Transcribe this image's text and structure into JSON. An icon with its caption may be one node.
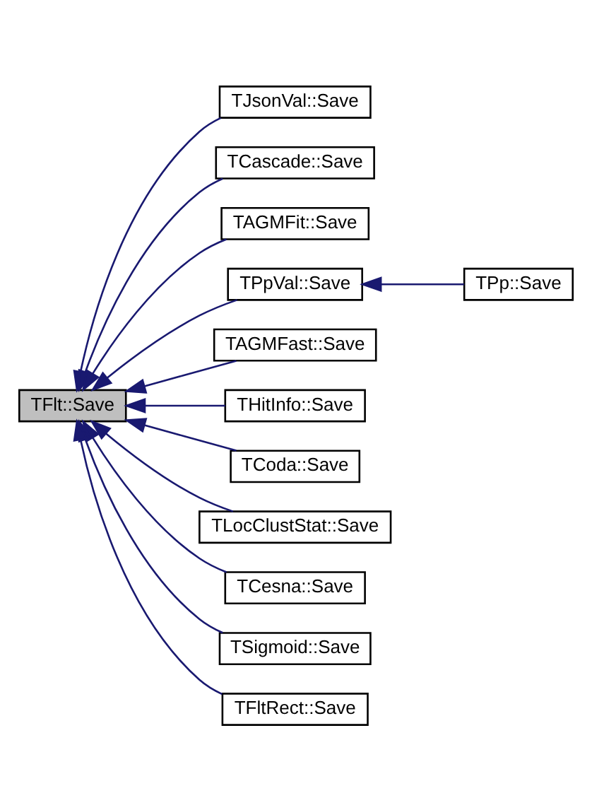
{
  "diagram": {
    "nodes": [
      {
        "text": [
          "TFlt::Save"
        ]
      },
      {
        "text": [
          "TJsonVal::Save"
        ]
      },
      {
        "text": [
          "TCascade::Save"
        ]
      },
      {
        "text": [
          "TAGMFit::Save"
        ]
      },
      {
        "text": [
          "TPpVal::Save"
        ]
      },
      {
        "text": [
          "TPp::Save"
        ]
      },
      {
        "text": [
          "TAGMFast::Save"
        ]
      },
      {
        "text": [
          "THitInfo::Save"
        ]
      },
      {
        "text": [
          "TCoda::Save"
        ]
      },
      {
        "text": [
          "TLocClustStat::Save"
        ]
      },
      {
        "text": [
          "TCesna::Save"
        ]
      },
      {
        "text": [
          "TSigmoid::Save"
        ]
      },
      {
        "text": [
          "TFltRect::Save"
        ]
      }
    ],
    "edges": [
      {
        "from": 1,
        "to": 0,
        "arrow": "to"
      },
      {
        "from": 2,
        "to": 0,
        "arrow": "to"
      },
      {
        "from": 3,
        "to": 0,
        "arrow": "to"
      },
      {
        "from": 4,
        "to": 0,
        "arrow": "to"
      },
      {
        "from": 5,
        "to": 4,
        "arrow": "to"
      },
      {
        "from": 6,
        "to": 0,
        "arrow": "to"
      },
      {
        "from": 7,
        "to": 0,
        "arrow": "to"
      },
      {
        "from": 8,
        "to": 0,
        "arrow": "to"
      },
      {
        "from": 9,
        "to": 0,
        "arrow": "to"
      },
      {
        "from": 10,
        "to": 0,
        "arrow": "to"
      },
      {
        "from": 11,
        "to": 0,
        "arrow": "to"
      },
      {
        "from": 12,
        "to": 0,
        "arrow": "to"
      }
    ]
  }
}
